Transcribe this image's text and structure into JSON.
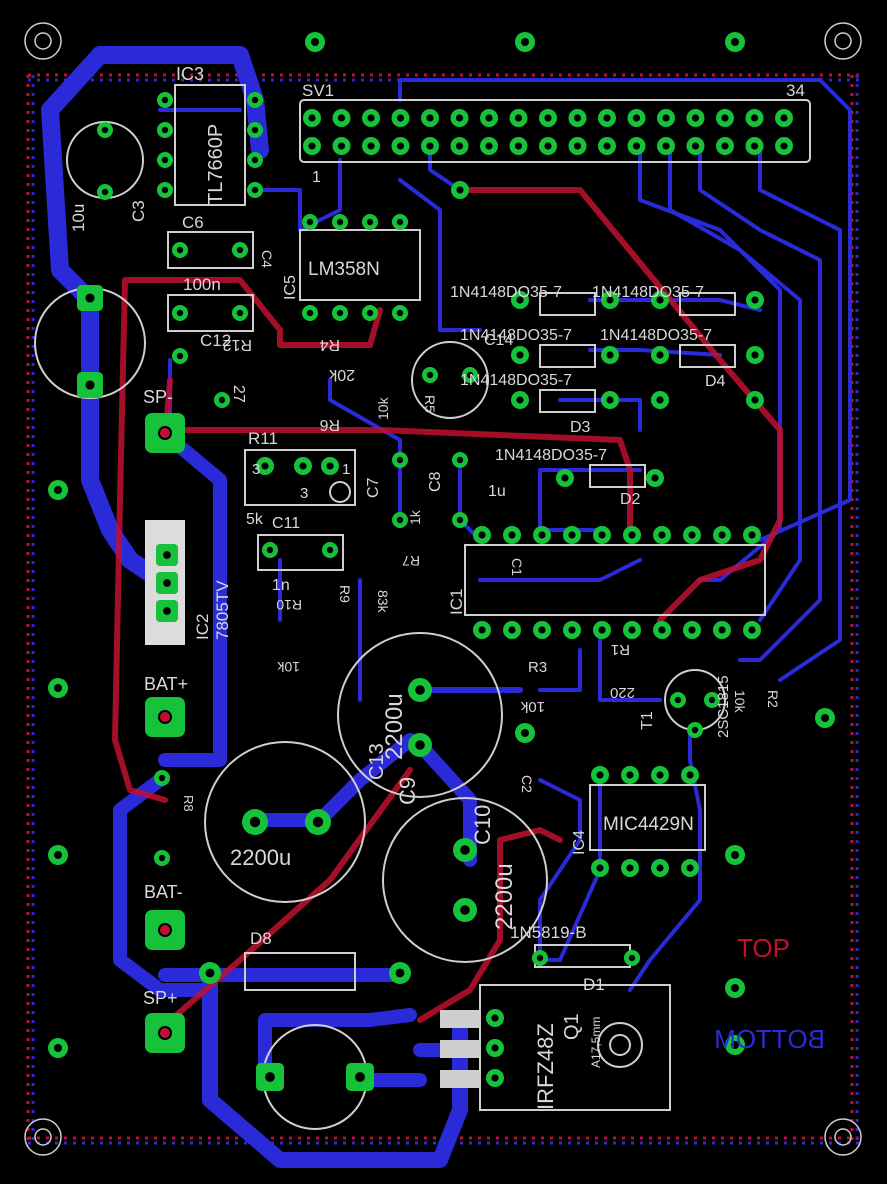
{
  "colors": {
    "background": "#000000",
    "bottom_copper": "#2a2ad8",
    "top_copper": "#c01030",
    "pad": "#16c23a",
    "silkscreen": "#d8d8d8"
  },
  "layers": {
    "top": "TOP",
    "bottom": "BOTTOM"
  },
  "labels": {
    "ic3": "IC3",
    "ic3_part": "TL7660P",
    "sv1": "SV1",
    "sv1_pin1": "1",
    "sv1_pin34": "34",
    "c3": "C3",
    "c3_val": "10u",
    "c6": "C6",
    "c6_val": "100n",
    "c12": "C12",
    "c4": "C4",
    "c5": "IC5",
    "lm358": "LM358N",
    "r12": "R12",
    "r12_val": "27",
    "r4": "R4",
    "r4_val": "20k",
    "r6": "R6",
    "r5_val": "10k",
    "r5": "R5",
    "c14": "C14",
    "d_part": "1N4148DO35-7",
    "d3": "D3",
    "d4": "D4",
    "d2": "D2",
    "d2_part": "1N4148DO35-7",
    "r11": "R11",
    "r11_pin1": "1",
    "r11_pin3a": "3",
    "r11_pin3b": "3",
    "r11_val": "5k",
    "c11": "C11",
    "c11_val": "1n",
    "c7": "C7",
    "c8": "C8",
    "c8_val": "1u",
    "r7": "R7",
    "r7_val": "1k",
    "ic1": "IC1",
    "c1": "C1",
    "r9": "R9",
    "r9_val": "83k",
    "r10": "R10",
    "r10_val": "10k",
    "ic2": "IC2",
    "ic2_part": "7805TV",
    "sp_minus": "SP-",
    "sp_plus": "SP+",
    "bat_plus": "BAT+",
    "bat_minus": "BAT-",
    "c13_val": "2200u",
    "c9": "C9",
    "c13": "C13",
    "c10": "C10",
    "c10_val": "2200u",
    "cap_big_val": "2200u",
    "r3": "R3",
    "r3_val": "10k",
    "r1": "R1",
    "r1_val": "220",
    "t1": "T1",
    "t1_part": "2SC1815",
    "r2": "R2",
    "r2_val": "10k",
    "c2": "C2",
    "ic4": "IC4",
    "mic": "MIC4429N",
    "r8": "R8",
    "d8": "D8",
    "d1": "D1",
    "d1_part": "1N5819-B",
    "q1": "Q1",
    "q1_part": "IRFZ48Z",
    "heatsink": "A17,5mm"
  }
}
